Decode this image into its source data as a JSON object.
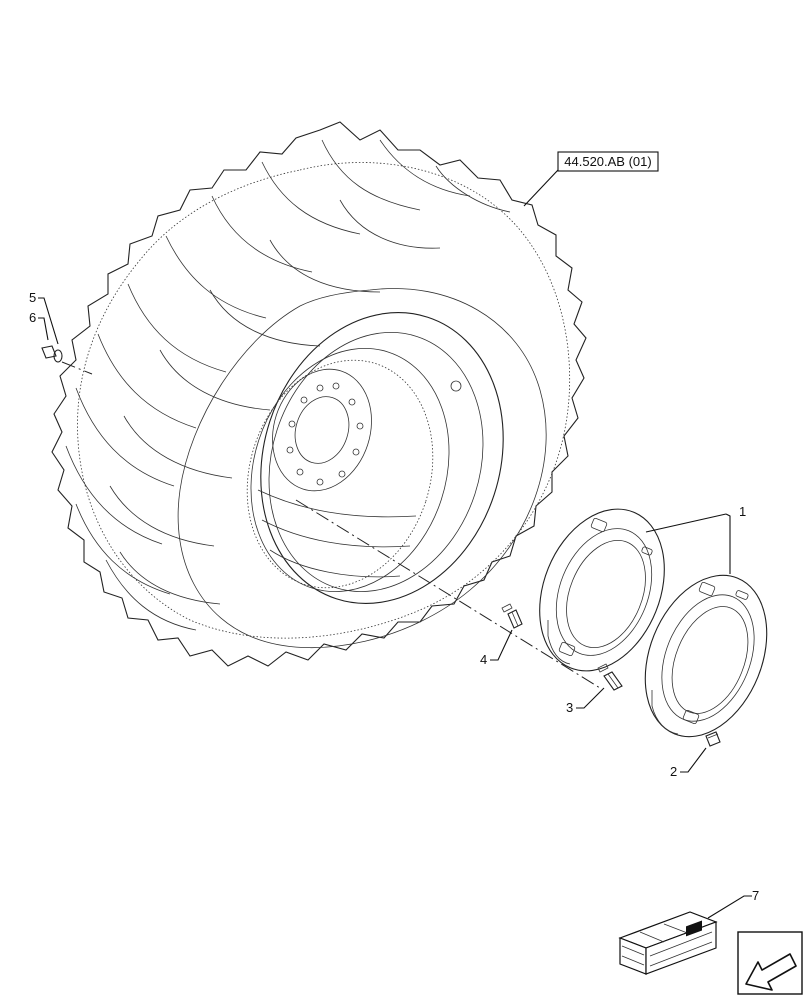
{
  "reference": {
    "text": "44.520.AB (01)"
  },
  "callouts": [
    {
      "id": "callout-1",
      "text": "1"
    },
    {
      "id": "callout-2",
      "text": "2"
    },
    {
      "id": "callout-3",
      "text": "3"
    },
    {
      "id": "callout-4",
      "text": "4"
    },
    {
      "id": "callout-5",
      "text": "5"
    },
    {
      "id": "callout-6",
      "text": "6"
    },
    {
      "id": "callout-7",
      "text": "7"
    }
  ],
  "icons": {
    "kit": "kit-box-icon",
    "navigation": "arrow-down-left-icon"
  },
  "colors": {
    "line": "#222222",
    "background": "#ffffff"
  }
}
